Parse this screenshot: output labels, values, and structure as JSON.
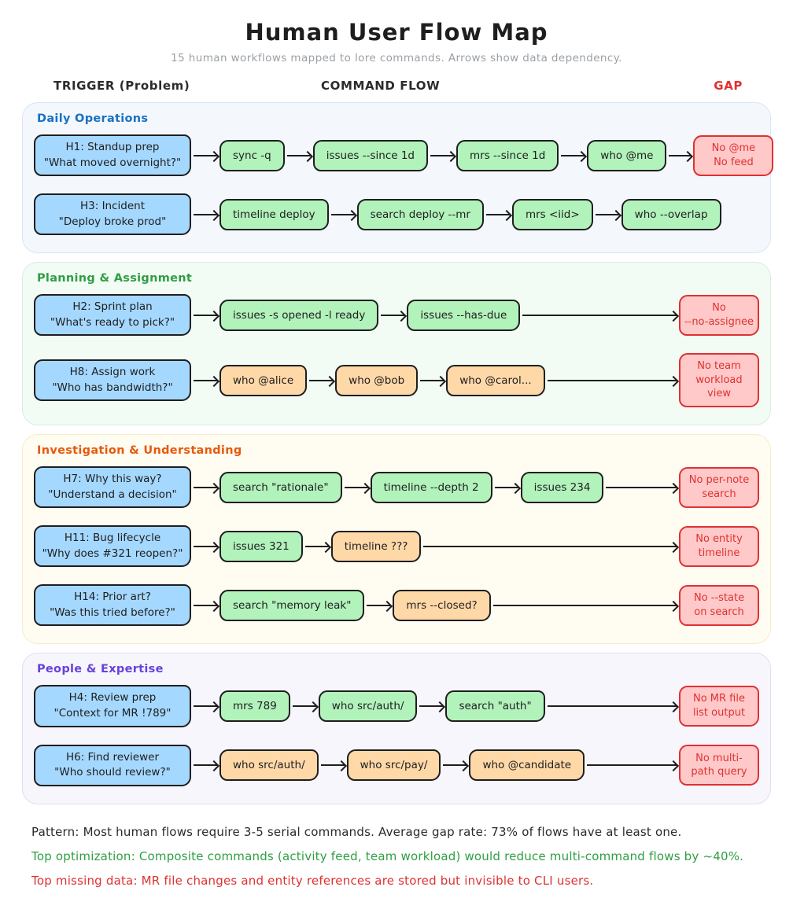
{
  "title": "Human User Flow Map",
  "subtitle": "15 human workflows mapped to lore commands. Arrows show data dependency.",
  "columns": {
    "trigger": "TRIGGER (Problem)",
    "flow": "COMMAND FLOW",
    "gap": "GAP"
  },
  "colors": {
    "accent_blue": "#1971c2",
    "accent_green": "#2f9e44",
    "accent_orange": "#e8590c",
    "accent_purple": "#6741d9",
    "gap_red": "#e03131",
    "box_blue": "#a5d8ff",
    "box_green": "#b2f2bb",
    "box_orange": "#ffd8a8",
    "box_red": "#ffc9c9"
  },
  "sections": [
    {
      "label": "Daily Operations",
      "theme": "blue",
      "rows": [
        {
          "trigger_title": "H1: Standup prep",
          "trigger_quote": "\"What moved overnight?\"",
          "commands": [
            {
              "label": "sync -q",
              "type": "green"
            },
            {
              "label": "issues --since 1d",
              "type": "green"
            },
            {
              "label": "mrs --since 1d",
              "type": "green"
            },
            {
              "label": "who @me",
              "type": "green"
            }
          ],
          "gap": "No @me\nNo feed"
        },
        {
          "trigger_title": "H3: Incident",
          "trigger_quote": "\"Deploy broke prod\"",
          "commands": [
            {
              "label": "timeline deploy",
              "type": "green"
            },
            {
              "label": "search deploy --mr",
              "type": "green"
            },
            {
              "label": "mrs <iid>",
              "type": "green"
            },
            {
              "label": "who --overlap",
              "type": "green"
            }
          ],
          "gap": null
        }
      ]
    },
    {
      "label": "Planning & Assignment",
      "theme": "green",
      "rows": [
        {
          "trigger_title": "H2: Sprint plan",
          "trigger_quote": "\"What's ready to pick?\"",
          "commands": [
            {
              "label": "issues -s opened -l ready",
              "type": "green"
            },
            {
              "label": "issues --has-due",
              "type": "green"
            }
          ],
          "gap": "No\n--no-assignee"
        },
        {
          "trigger_title": "H8: Assign work",
          "trigger_quote": "\"Who has bandwidth?\"",
          "commands": [
            {
              "label": "who @alice",
              "type": "orange"
            },
            {
              "label": "who @bob",
              "type": "orange"
            },
            {
              "label": "who @carol...",
              "type": "orange"
            }
          ],
          "gap": "No team\nworkload view"
        }
      ]
    },
    {
      "label": "Investigation & Understanding",
      "theme": "yellow",
      "rows": [
        {
          "trigger_title": "H7: Why this way?",
          "trigger_quote": "\"Understand a decision\"",
          "commands": [
            {
              "label": "search \"rationale\"",
              "type": "green"
            },
            {
              "label": "timeline --depth 2",
              "type": "green"
            },
            {
              "label": "issues 234",
              "type": "green"
            }
          ],
          "gap": "No per-note\nsearch"
        },
        {
          "trigger_title": "H11: Bug lifecycle",
          "trigger_quote": "\"Why does #321 reopen?\"",
          "commands": [
            {
              "label": "issues 321",
              "type": "green"
            },
            {
              "label": "timeline ???",
              "type": "orange"
            }
          ],
          "gap": "No entity\ntimeline"
        },
        {
          "trigger_title": "H14: Prior art?",
          "trigger_quote": "\"Was this tried before?\"",
          "commands": [
            {
              "label": "search \"memory leak\"",
              "type": "green"
            },
            {
              "label": "mrs --closed?",
              "type": "orange"
            }
          ],
          "gap": "No --state\non search"
        }
      ]
    },
    {
      "label": "People & Expertise",
      "theme": "purple",
      "rows": [
        {
          "trigger_title": "H4: Review prep",
          "trigger_quote": "\"Context for MR !789\"",
          "commands": [
            {
              "label": "mrs 789",
              "type": "green"
            },
            {
              "label": "who src/auth/",
              "type": "green"
            },
            {
              "label": "search \"auth\"",
              "type": "green"
            }
          ],
          "gap": "No MR file\nlist output"
        },
        {
          "trigger_title": "H6: Find reviewer",
          "trigger_quote": "\"Who should review?\"",
          "commands": [
            {
              "label": "who src/auth/",
              "type": "orange"
            },
            {
              "label": "who src/pay/",
              "type": "orange"
            },
            {
              "label": "who @candidate",
              "type": "orange"
            }
          ],
          "gap": "No multi-\npath query"
        }
      ]
    }
  ],
  "footer": [
    {
      "text": "Pattern: Most human flows require 3-5 serial commands. Average gap rate: 73% of flows have at least one.",
      "tone": "dark"
    },
    {
      "text": "Top optimization: Composite commands (activity feed, team workload) would reduce multi-command flows by ~40%.",
      "tone": "green"
    },
    {
      "text": "Top missing data: MR file changes and entity references are stored but invisible to CLI users.",
      "tone": "red"
    }
  ]
}
